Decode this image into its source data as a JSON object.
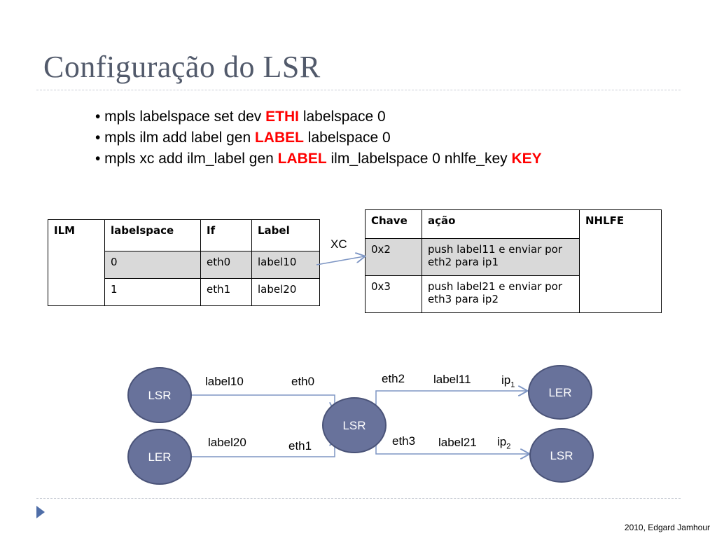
{
  "title": "Configuração do LSR",
  "bullets": [
    {
      "prefix": "• mpls labelspace set dev ",
      "highlight": "ETHI",
      "suffix": " labelspace 0"
    },
    {
      "prefix": "• mpls ilm add label gen ",
      "highlight": "LABEL",
      "suffix": " labelspace 0"
    },
    {
      "prefix": "• mpls xc add ilm_label gen ",
      "highlight": "LABEL",
      "suffix": " ilm_labelspace 0 nhlfe_key ",
      "highlight2": "KEY"
    }
  ],
  "ilm_table": {
    "header": [
      "ILM",
      "labelspace",
      "If",
      "Label"
    ],
    "rows": [
      [
        "0",
        "eth0",
        "label10"
      ],
      [
        "1",
        "eth1",
        "label20"
      ]
    ]
  },
  "xc_label": "XC",
  "nhlfe_table": {
    "header": [
      "Chave",
      "ação",
      "NHLFE"
    ],
    "rows": [
      [
        "0x2",
        "push label11 e enviar por eth2 para ip1"
      ],
      [
        "0x3",
        "push label21 e enviar por eth3 para ip2"
      ]
    ]
  },
  "diagram": {
    "nodes": {
      "left_top": "LSR",
      "left_bottom": "LER",
      "center": "LSR",
      "right_top": "LER",
      "right_bottom": "LSR"
    },
    "labels": {
      "label10": "label10",
      "eth0": "eth0",
      "label20": "label20",
      "eth1": "eth1",
      "eth2": "eth2",
      "label11": "label11",
      "ip1_base": "ip",
      "ip1_sub": "1",
      "eth3": "eth3",
      "label21": "label21",
      "ip2_base": "ip",
      "ip2_sub": "2"
    },
    "node_color": "#68729b",
    "node_border": "#4a5378",
    "line_color": "#7e96c4"
  },
  "footer": "2010, Edgard Jamhour"
}
